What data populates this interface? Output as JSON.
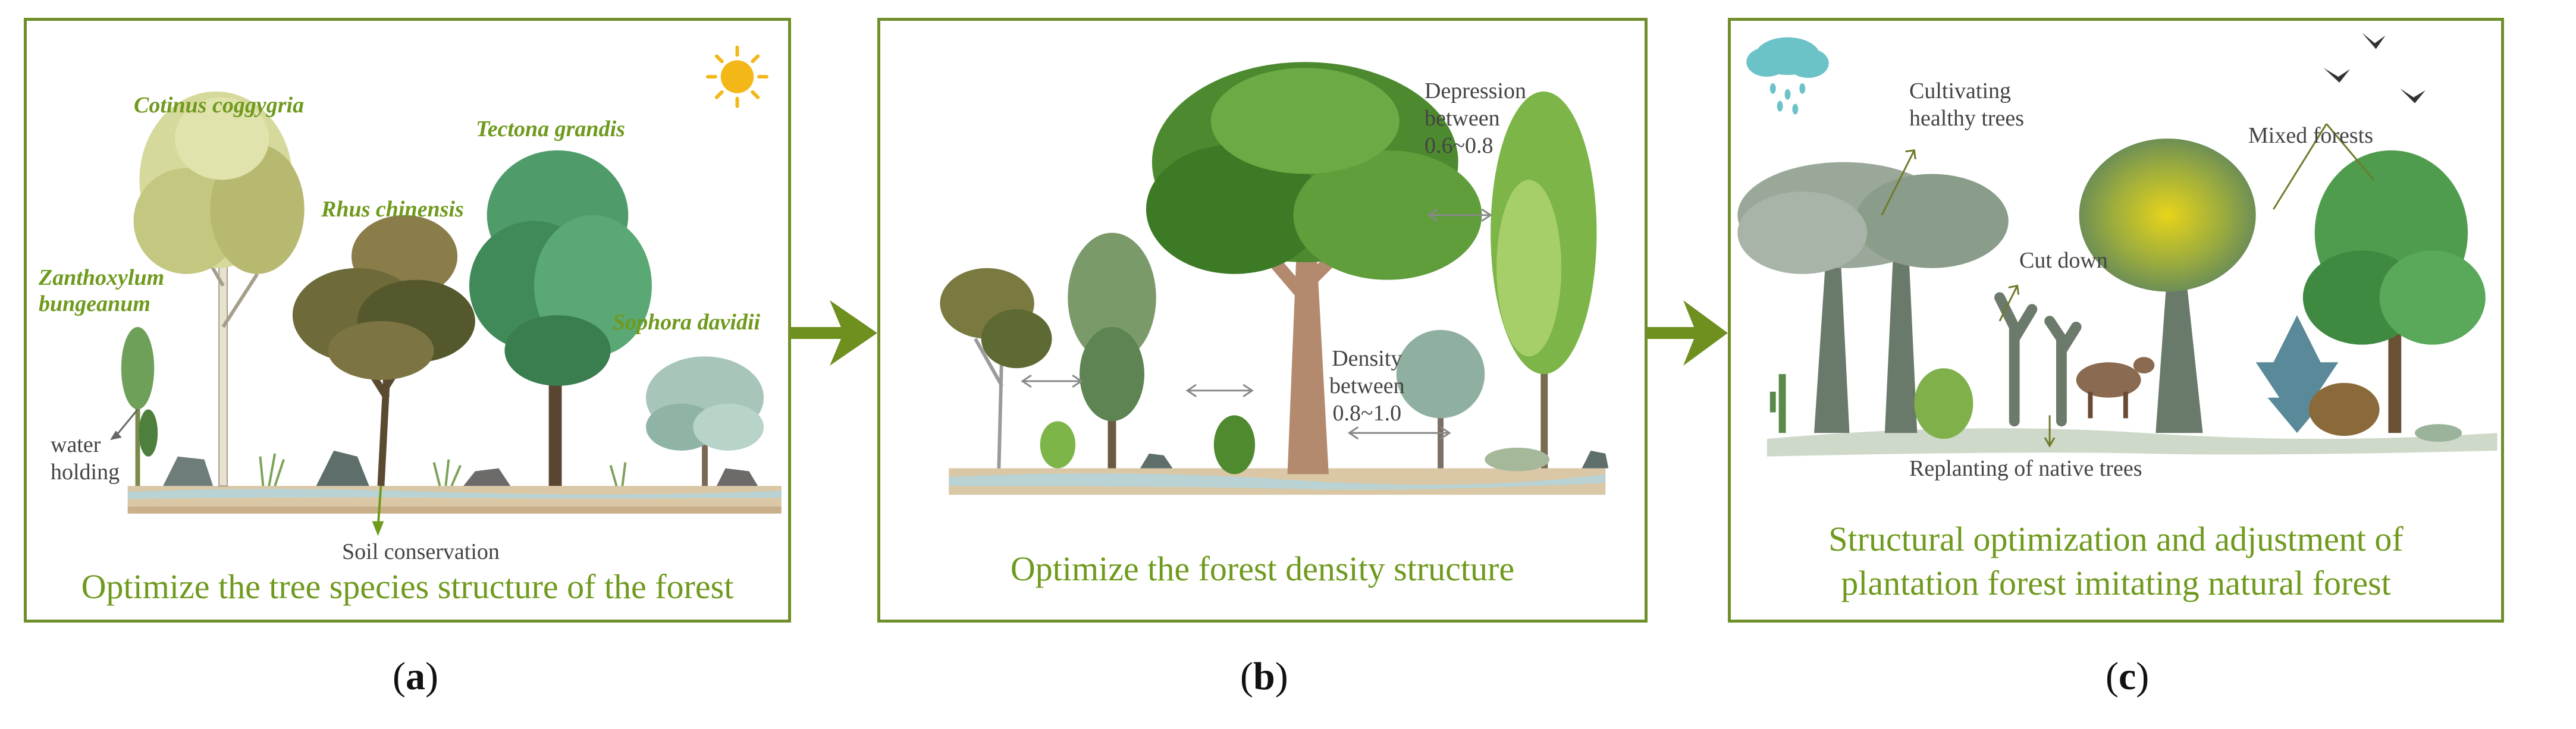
{
  "panel_a": {
    "species": {
      "cotinus_genus": "Cotinus",
      "cotinus_epithet": "coggygria",
      "rhus": "Rhus chinensis",
      "tectona": "Tectona grandis",
      "zanthoxylum_line1": "Zanthoxylum",
      "zanthoxylum_line2": "bungeanum",
      "sophora_genus": "Sophora",
      "sophora_epithet": "davidii"
    },
    "water_line1": "water",
    "water_line2": "holding",
    "soil": "Soil conservation",
    "caption": "Optimize the tree species structure of the forest",
    "letter": "a"
  },
  "panel_b": {
    "depression_line1": "Depression",
    "depression_line2": "between",
    "depression_line3": "0.6~0.8",
    "density_line1": "Density",
    "density_line2": "between",
    "density_line3": "0.8~1.0",
    "caption": "Optimize the forest density structure",
    "letter": "b"
  },
  "panel_c": {
    "cultivating_line1": "Cultivating",
    "cultivating_line2": "healthy trees",
    "mixed": "Mixed forests",
    "cut_down": "Cut down",
    "replanting": "Replanting of native trees",
    "caption_line1": "Structural optimization and adjustment of",
    "caption_line2": "plantation forest imitating natural forest",
    "letter": "c"
  },
  "colors": {
    "border": "#6f8f2a",
    "caption": "#6f9a1e",
    "arrow": "#6f8f1e"
  }
}
